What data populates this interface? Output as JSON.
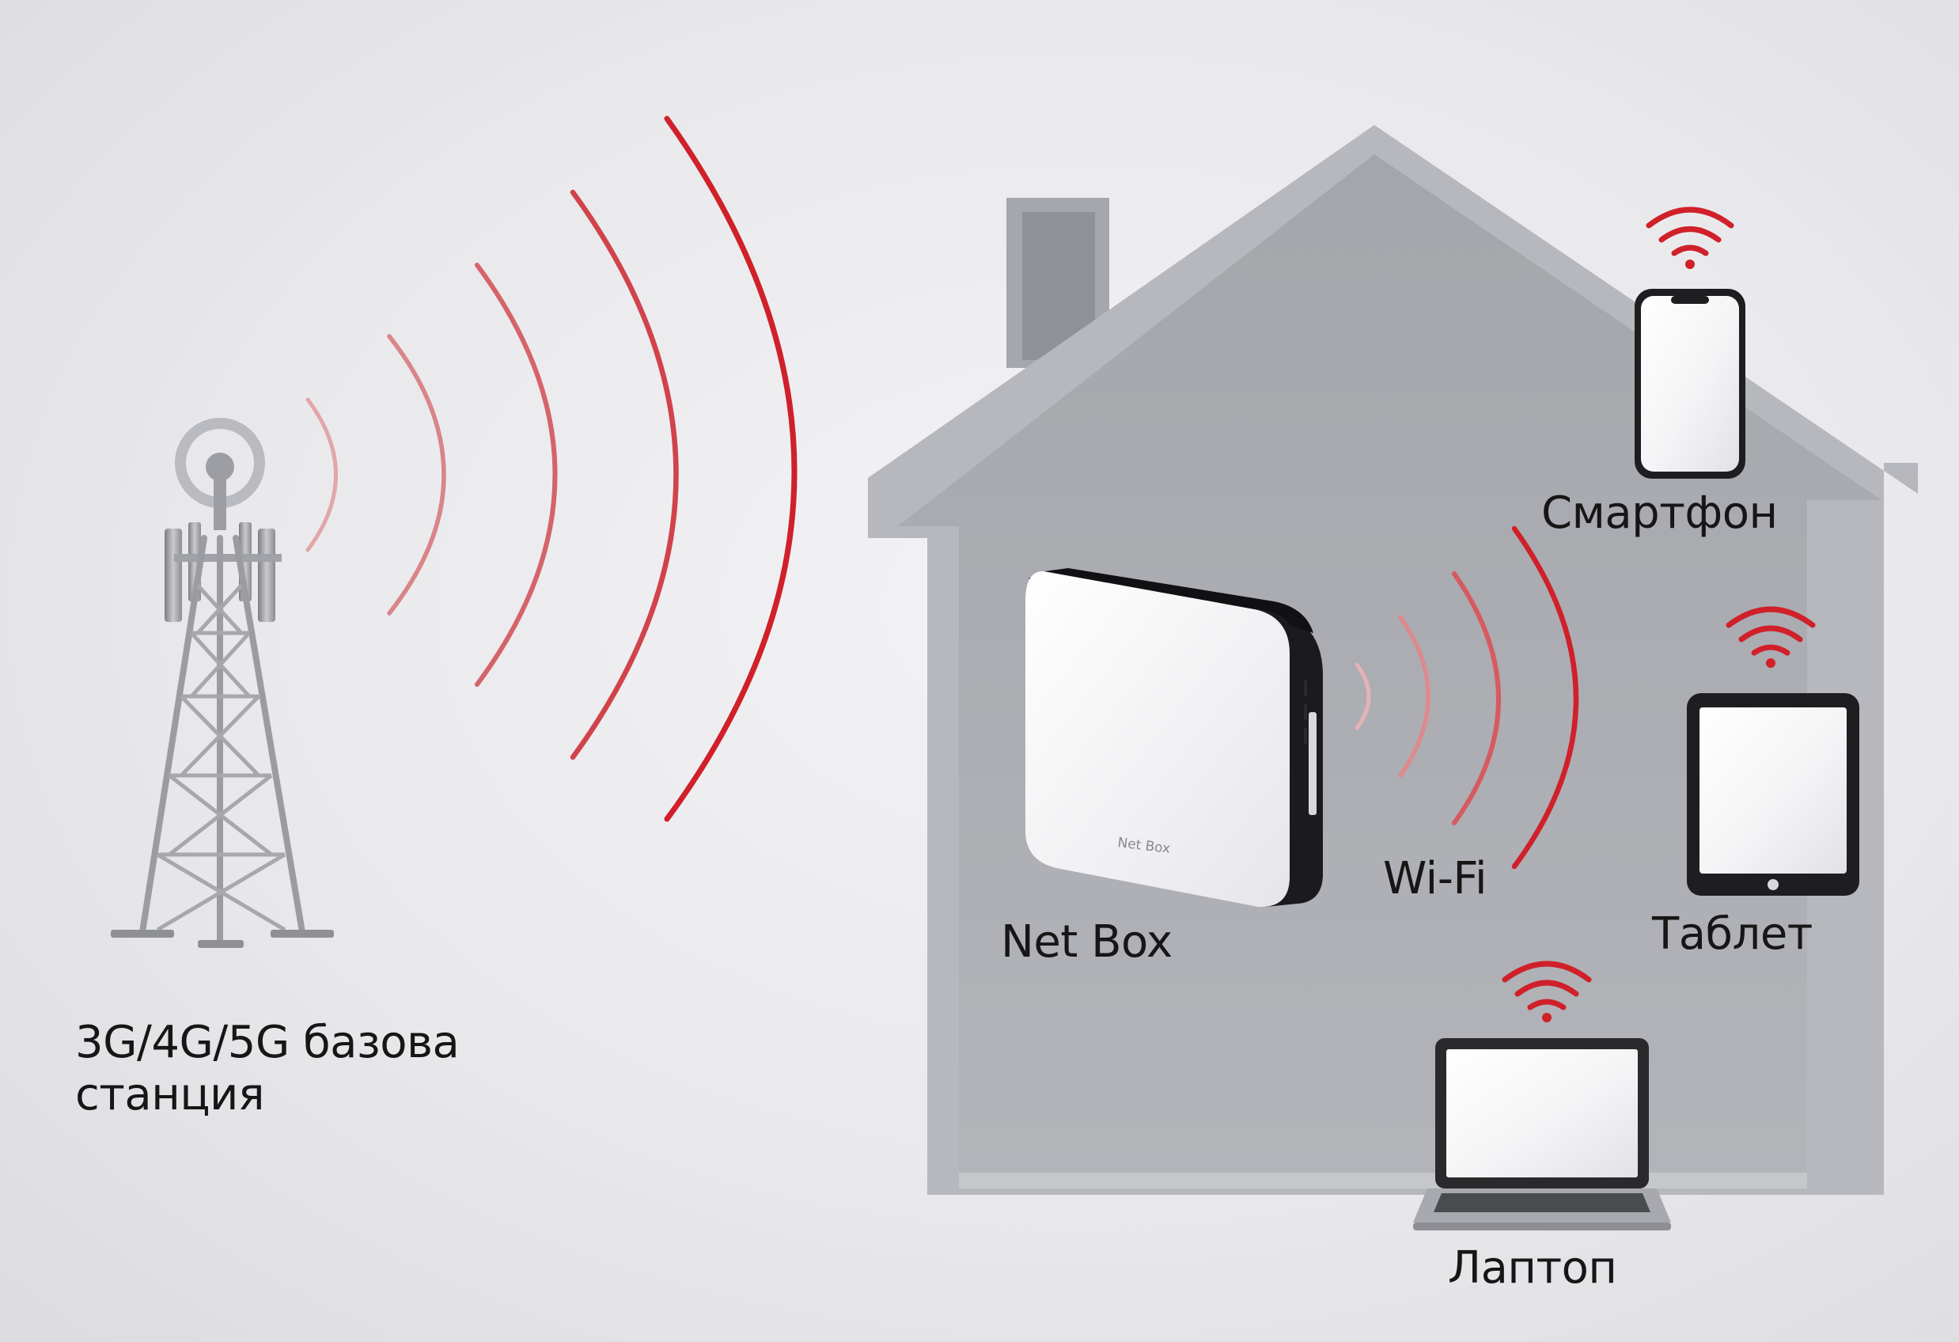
{
  "labels": {
    "station_line1": "3G/4G/5G базова",
    "station_line2": "станция",
    "netbox": "Net Box",
    "wifi": "Wi-Fi",
    "smartphone": "Смартфон",
    "tablet": "Таблет",
    "laptop": "Лаптоп"
  },
  "device_text": {
    "netbox_brand": "Net Box"
  },
  "colors": {
    "signal_red": "#d0202a",
    "house_gray": "#a9abb0",
    "background": "#eaeaed"
  },
  "icons": {
    "tower": "cell-tower-icon",
    "router": "router-icon",
    "wifi": "wifi-icon",
    "phone": "smartphone-icon",
    "tablet": "tablet-icon",
    "laptop": "laptop-icon"
  }
}
